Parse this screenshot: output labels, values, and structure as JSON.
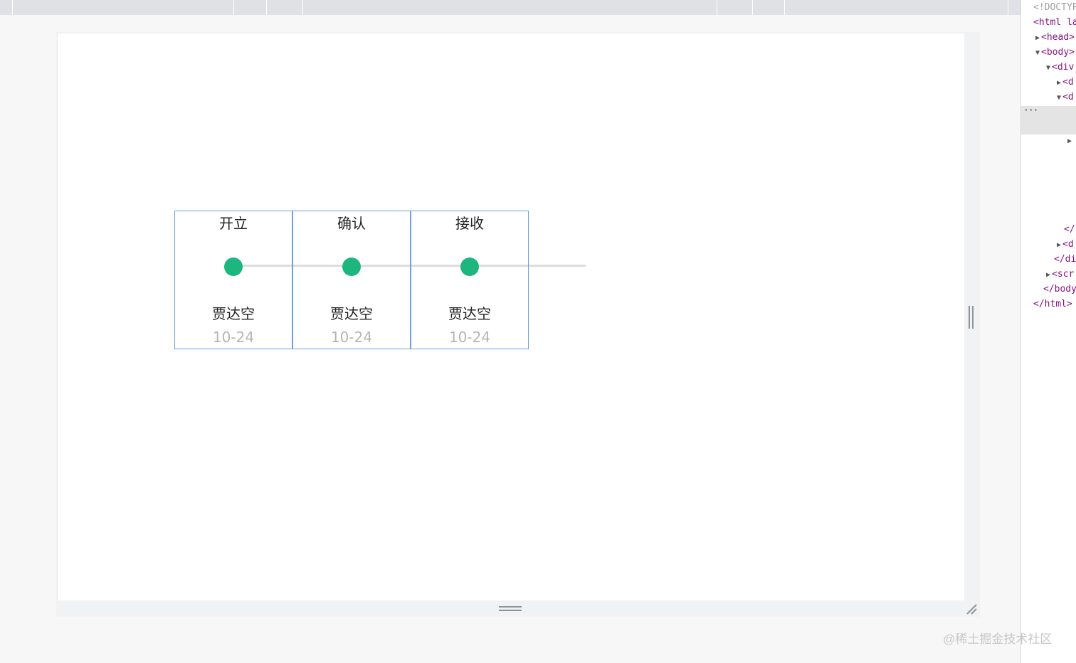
{
  "timeline": {
    "steps": [
      {
        "title": "开立",
        "name": "贾达空",
        "date": "10-24"
      },
      {
        "title": "确认",
        "name": "贾达空",
        "date": "10-24"
      },
      {
        "title": "接收",
        "name": "贾达空",
        "date": "10-24"
      }
    ],
    "colors": {
      "dot": "#1db67e",
      "border": "#6f9fe4",
      "track": "#dcdcdc",
      "date_text": "#b5b5b5"
    }
  },
  "devtools": {
    "lines": [
      "<!DOCTYP",
      "<html la",
      "<head>",
      "<body>",
      "<div",
      "<d",
      "<d",
      "</",
      "<d",
      "</di",
      "<scr",
      "</body",
      "</html>"
    ],
    "ellipsis": "···"
  },
  "watermark": {
    "text": "@稀土掘金技术社区"
  }
}
